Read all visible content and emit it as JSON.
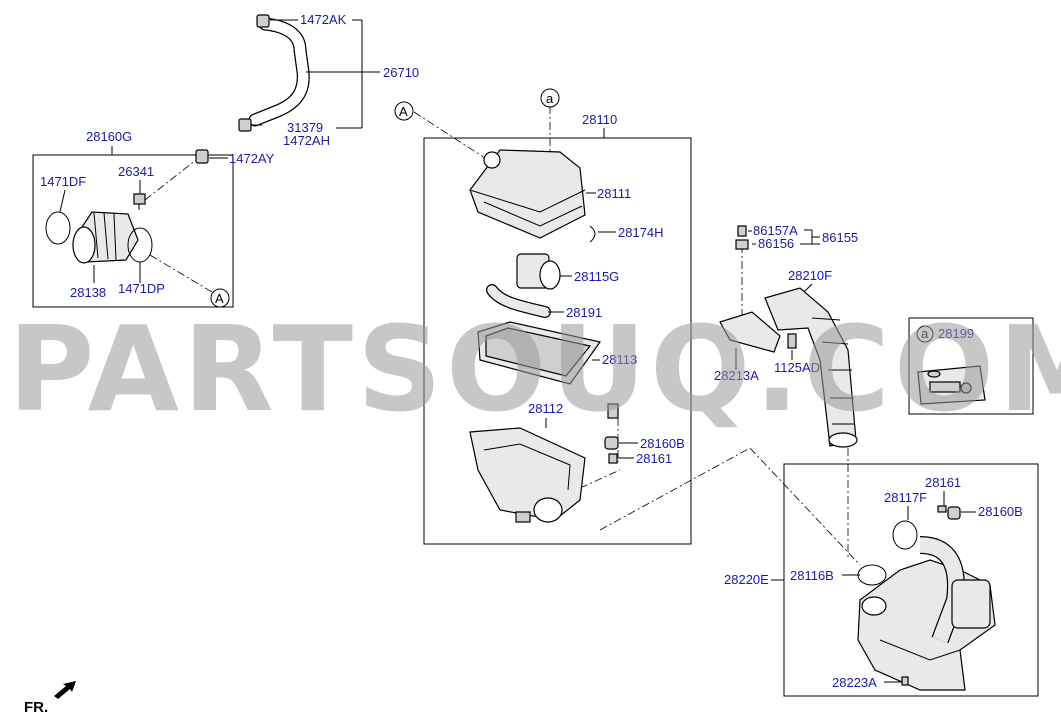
{
  "watermark": "PARTSOUQ.COM",
  "direction_label": "FR.",
  "colors": {
    "label": "#1a1aa6",
    "line": "#000000",
    "watermark": "#9a9a9a"
  },
  "callouts": {
    "A": "A",
    "a": "a"
  },
  "labels": {
    "p1472AK": "1472AK",
    "p26710": "26710",
    "p31379": "31379",
    "p1472AH": "1472AH",
    "p28160G": "28160G",
    "p1472AY": "1472AY",
    "p1471DF": "1471DF",
    "p26341": "26341",
    "p28138": "28138",
    "p1471DP": "1471DP",
    "p28110": "28110",
    "p28111": "28111",
    "p28174H": "28174H",
    "p28115G": "28115G",
    "p28191": "28191",
    "p28113": "28113",
    "p28112": "28112",
    "p28160B_a": "28160B",
    "p28161_a": "28161",
    "p86157A": "86157A",
    "p86156": "86156",
    "p86155": "86155",
    "p28210F": "28210F",
    "p28213A": "28213A",
    "p1125AD": "1125AD",
    "p28199": "28199",
    "p28161_b": "28161",
    "p28117F": "28117F",
    "p28160B_b": "28160B",
    "p28220E": "28220E",
    "p28116B": "28116B",
    "p28223A": "28223A"
  }
}
